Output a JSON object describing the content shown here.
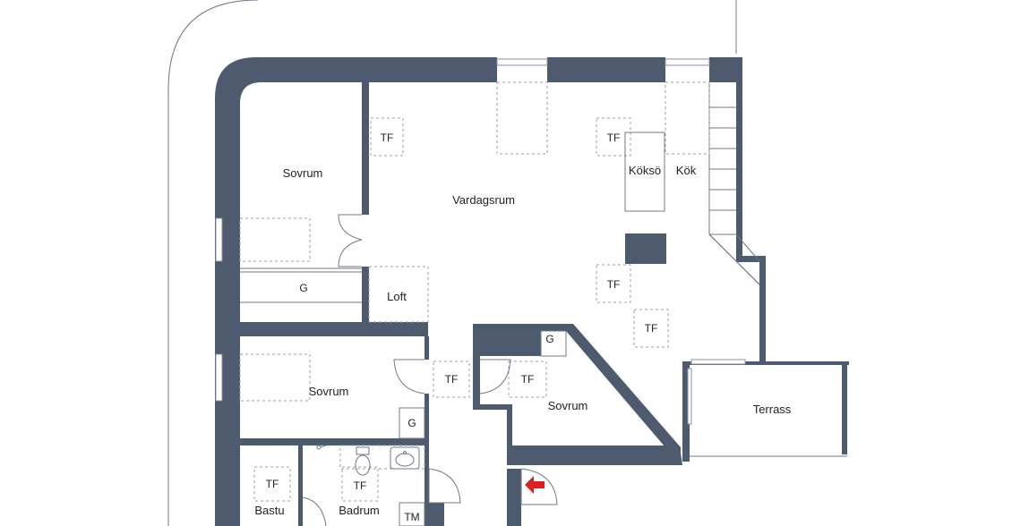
{
  "rooms": {
    "sovrum_top": "Sovrum",
    "vardagsrum": "Vardagsrum",
    "koksö": "Köksö",
    "kok": "Kök",
    "loft": "Loft",
    "sovrum_mid": "Sovrum",
    "sovrum_center": "Sovrum",
    "terrass": "Terrass",
    "bastu": "Bastu",
    "badrum": "Badrum"
  },
  "markers": {
    "tf": "TF",
    "g": "G",
    "tm": "TM"
  },
  "colors": {
    "wall": "#4e5a6d",
    "entrance_arrow": "#e02020"
  },
  "icons": [
    "entrance-arrow-icon",
    "toilet-icon",
    "sink-icon",
    "shower-icon"
  ]
}
